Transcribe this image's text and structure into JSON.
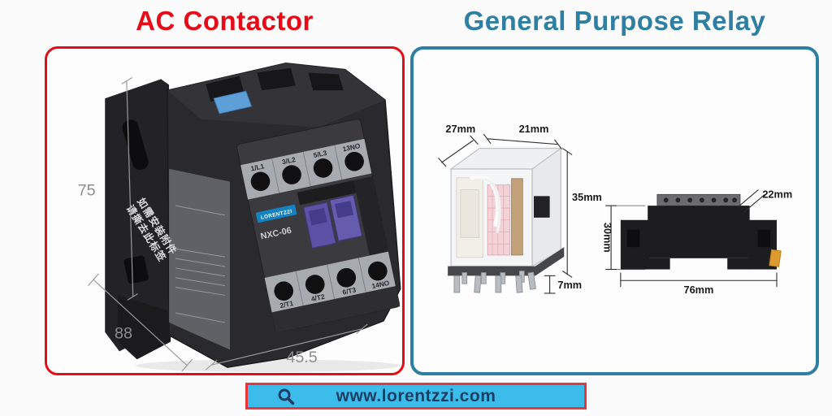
{
  "titles": {
    "left": "AC Contactor",
    "right": "General Purpose Relay"
  },
  "colors": {
    "red": "#e60b17",
    "teal": "#2f7fa2",
    "search_bg": "#3cbcea",
    "search_border": "#e8363a",
    "search_text": "#1c3e62"
  },
  "contactor": {
    "brand": "LORENTZZI",
    "model": "NXC-06",
    "side_label_line1": "如需安装附件",
    "side_label_line2": "请撕去此标签",
    "terminals_top": [
      "1/L1",
      "3/L2",
      "5/L3",
      "13NO"
    ],
    "terminals_bottom": [
      "2/T1",
      "4/T2",
      "6/T3",
      "14NO"
    ],
    "dimensions": {
      "height": "75",
      "depth": "88",
      "width": "45.5"
    }
  },
  "relay": {
    "dimensions": {
      "depth": "27mm",
      "width": "21mm",
      "height": "35mm",
      "pin_length": "7mm"
    }
  },
  "socket": {
    "dimensions": {
      "height": "30mm",
      "depth": "22mm",
      "width": "76mm"
    }
  },
  "search": {
    "url": "www.lorentzzi.com"
  }
}
